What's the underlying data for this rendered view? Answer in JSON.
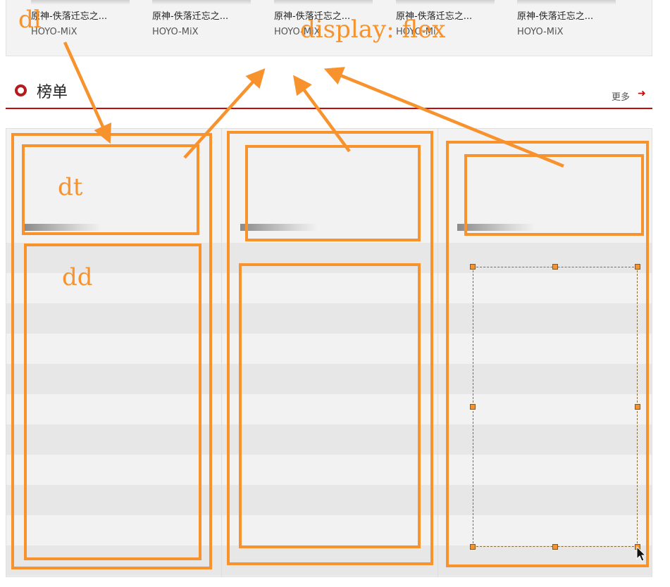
{
  "album_strip": {
    "albums": [
      {
        "title": "原神-佚落迁忘之...",
        "artist": "HOYO-MiX"
      },
      {
        "title": "原神-佚落迁忘之...",
        "artist": "HOYO-MiX"
      },
      {
        "title": "原神-佚落迁忘之...",
        "artist": "HOYO-MiX"
      },
      {
        "title": "原神-佚落迁忘之...",
        "artist": "HOYO-MiX"
      },
      {
        "title": "原神-佚落迁忘之...",
        "artist": "HOYO-MiX"
      }
    ]
  },
  "section": {
    "title": "榜单",
    "more_label": "更多",
    "more_arrow": "➜",
    "icon": "circle-ring-icon",
    "accent_color": "#c20c0c"
  },
  "annotations": {
    "dl_label": "dl",
    "dt_label": "dt",
    "dd_label": "dd",
    "flex_label": "display: flex",
    "color": "#f7922c"
  },
  "cursor": {
    "icon": "mouse-pointer-icon"
  }
}
